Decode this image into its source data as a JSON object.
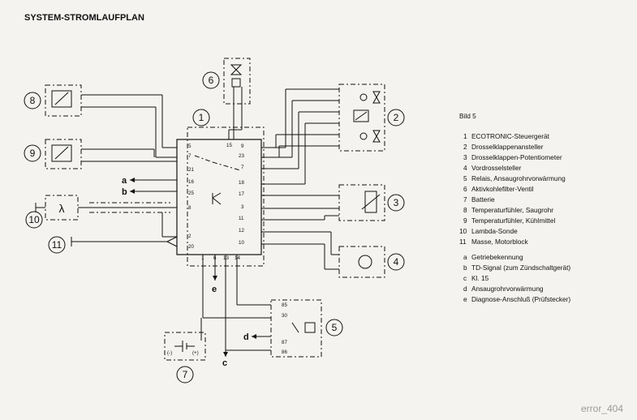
{
  "title": "SYSTEM-STROMLAUFPLAN",
  "figure_label": "Bild 5",
  "legend_numbered": [
    {
      "n": "1",
      "text": "ECOTRONIC-Steuergerät"
    },
    {
      "n": "2",
      "text": "Drosselklappenansteller"
    },
    {
      "n": "3",
      "text": "Drosselklappen-Potentiometer"
    },
    {
      "n": "4",
      "text": "Vordrosselsteller"
    },
    {
      "n": "5",
      "text": "Relais, Ansaugrohrvorwärmung"
    },
    {
      "n": "6",
      "text": "Aktivkohlefilter-Ventil"
    },
    {
      "n": "7",
      "text": "Batterie"
    },
    {
      "n": "8",
      "text": "Temperaturfühler, Saugrohr"
    },
    {
      "n": "9",
      "text": "Temperaturfühler, Kühlmittel"
    },
    {
      "n": "10",
      "text": "Lambda-Sonde"
    },
    {
      "n": "11",
      "text": "Masse, Motorblock"
    }
  ],
  "legend_lettered": [
    {
      "n": "a",
      "text": "Getriebekennung"
    },
    {
      "n": "b",
      "text": "TD-Signal (zum Zündschaltgerät)"
    },
    {
      "n": "c",
      "text": "Kl. 15"
    },
    {
      "n": "d",
      "text": "Ansaugrohrvorwärmung"
    },
    {
      "n": "e",
      "text": "Diagnose-Anschluß (Prüfstecker)"
    }
  ],
  "components": {
    "c1": "1",
    "c2": "2",
    "c3": "3",
    "c4": "4",
    "c5": "5",
    "c6": "6",
    "c7": "7",
    "c8": "8",
    "c9": "9",
    "c10": "10",
    "c11": "11"
  },
  "ecu_left_pins": [
    "5",
    "7",
    "21",
    "16",
    "25",
    "8",
    "2",
    "20"
  ],
  "ecu_right_pins": [
    "9",
    "23",
    "7",
    "18",
    "17",
    "3",
    "11",
    "12",
    "10"
  ],
  "ecu_top_pin": "15",
  "ecu_bottom_pins": [
    "1",
    "6",
    "13",
    "14"
  ],
  "relay_pins": [
    "85",
    "30",
    "87",
    "86"
  ],
  "signals": {
    "a": "a",
    "b": "b",
    "c": "c",
    "d": "d",
    "e": "e"
  },
  "lambda_symbol": "λ",
  "battery_minus": "(-)",
  "battery_plus": "(+)",
  "watermark": "error_404"
}
